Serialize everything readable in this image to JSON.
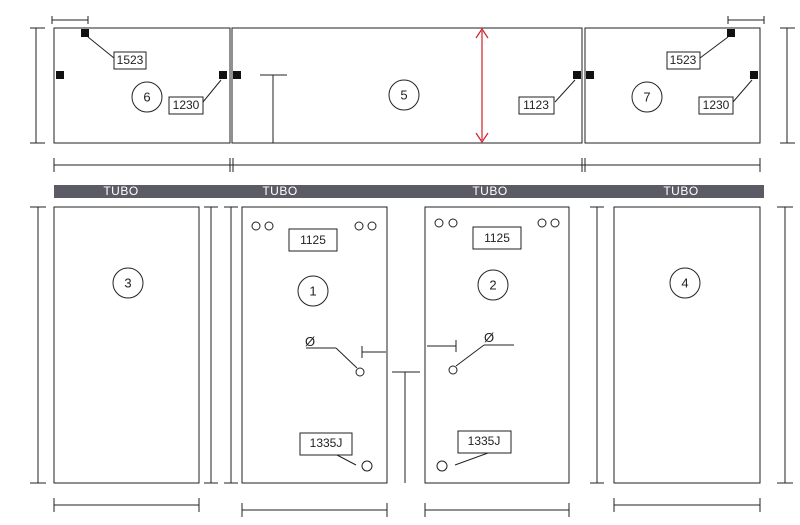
{
  "colors": {
    "line": "#222222",
    "tubo_band": "#5b5b66",
    "tubo_text": "#ffffff",
    "dimension_arrow": "#d21f2a"
  },
  "tubo_labels": [
    "TUBO",
    "TUBO",
    "TUBO",
    "TUBO"
  ],
  "panels": {
    "p1": "1",
    "p2": "2",
    "p3": "3",
    "p4": "4",
    "p5": "5",
    "p6": "6",
    "p7": "7"
  },
  "labels": {
    "p6_hinge_top": "1523",
    "p6_hinge_right": "1230",
    "p5_hinge": "1123",
    "p7_hinge_top": "1523",
    "p7_hinge_left": "1230",
    "p1_top": "1125",
    "p2_top": "1125",
    "p1_bottom": "1335J",
    "p2_bottom": "1335J"
  },
  "symbols": {
    "diameter": "Ø"
  }
}
